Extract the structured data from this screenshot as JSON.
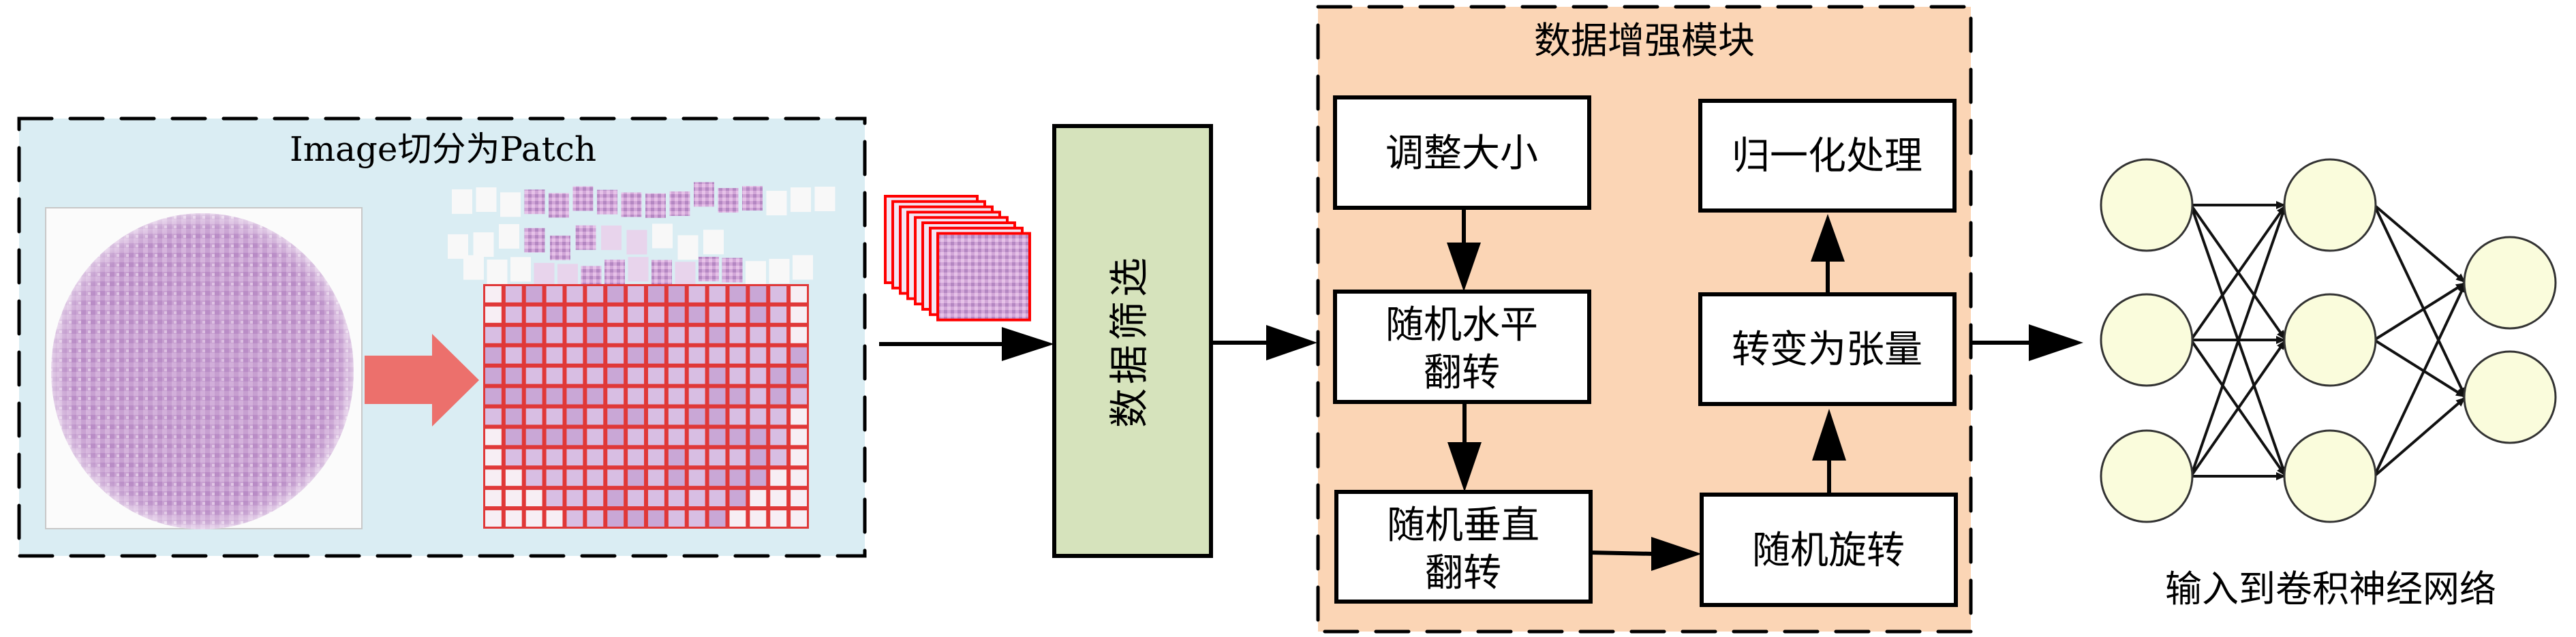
{
  "colors": {
    "patch_panel_fill": "#DAEDF3",
    "filter_fill": "#D6E3BC",
    "augment_panel_fill": "#FBD5B5",
    "box_fill": "#FFFFFF",
    "stroke": "#000000",
    "split_arrow": "#EC706C",
    "patch_border": "#FF0000",
    "tissue": "#C9A2D2",
    "node_fill": "#FAFCDC"
  },
  "patch_panel": {
    "title": "Image切分为Patch",
    "tissue_image": "whole-slide-tissue-image",
    "patch_grid": {
      "rows": 12,
      "cols": 16
    }
  },
  "patch_stack": {
    "count": 8
  },
  "filter": {
    "label": "数据筛选"
  },
  "augment_module": {
    "title": "数据增强模块",
    "steps": [
      {
        "id": "resize",
        "lines": [
          "调整大小"
        ]
      },
      {
        "id": "hflip",
        "lines": [
          "随机水平",
          "翻转"
        ]
      },
      {
        "id": "vflip",
        "lines": [
          "随机垂直",
          "翻转"
        ]
      },
      {
        "id": "rotate",
        "lines": [
          "随机旋转"
        ]
      },
      {
        "id": "to-tensor",
        "lines": [
          "转变为张量"
        ]
      },
      {
        "id": "normalize",
        "lines": [
          "归一化处理"
        ]
      }
    ]
  },
  "network": {
    "layers": [
      3,
      3,
      2
    ],
    "caption": "输入到卷积神经网络"
  }
}
